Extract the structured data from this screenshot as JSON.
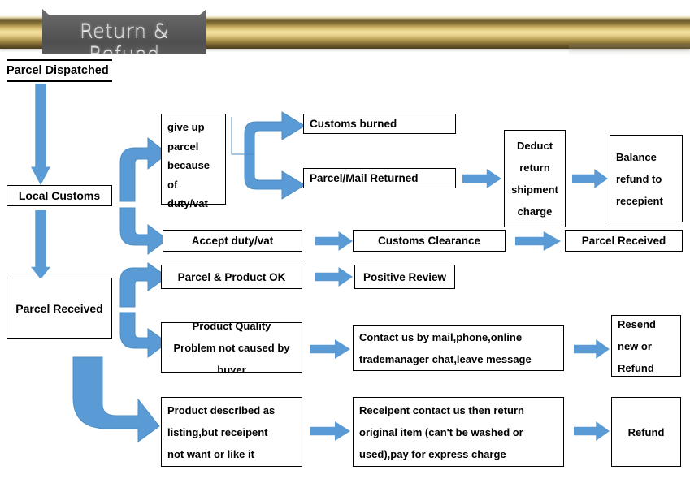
{
  "banner": {
    "title": "Return & Refund",
    "accent_gold": "#d6bd70",
    "ribbon_gray": "#5c5c5c"
  },
  "theme": {
    "arrow_blue": "#5b9bd5",
    "arrow_border": "#41719c",
    "box_border": "#000000",
    "box_fill": "#ffffff",
    "text_color": "#000000"
  },
  "flow": {
    "start_label": "Parcel Dispatched",
    "nodes": {
      "local_customs": "Local Customs",
      "parcel_received_left": "Parcel Received",
      "give_up_parcel": "give up parcel because of duty/vat",
      "customs_burned": "Customs burned",
      "parcel_mail_returned": "Parcel/Mail Returned",
      "deduct_return_charge": "Deduct return shipment charge",
      "balance_refund": "Balance refund to recepient",
      "accept_duty_vat": "Accept duty/vat",
      "customs_clearance": "Customs Clearance",
      "parcel_received_right": "Parcel Received",
      "parcel_product_ok": "Parcel & Product OK",
      "positive_review": "Positive Review",
      "product_quality_problem": "Product Quality Problem not caused by buyer",
      "contact_us": "Contact us by mail,phone,online trademanager chat,leave message",
      "resend_or_refund": "Resend new or Refund",
      "product_described_as_listing": "Product described as listing,but receipent not want or like it",
      "receipent_return_original": "Receipent contact us then return original item (can't be washed or used),pay for express charge",
      "refund": "Refund"
    },
    "multiline": {
      "give_up_parcel_lines": [
        "give up",
        "parcel",
        "because",
        "of",
        "duty/vat"
      ],
      "deduct_return_charge_lines": [
        "Deduct",
        "return",
        "shipment",
        "charge"
      ],
      "balance_refund_lines": [
        "Balance",
        "refund to",
        "recepient"
      ],
      "product_quality_problem_lines": [
        "Product Quality",
        "Problem not caused by",
        "buyer"
      ],
      "contact_us_lines": [
        "Contact us by mail,phone,online",
        "trademanager chat,leave message"
      ],
      "resend_or_refund_lines": [
        "Resend",
        "new or",
        "Refund"
      ],
      "product_described_lines": [
        "Product described as",
        "listing,but receipent",
        "not want or like it"
      ],
      "receipent_return_lines": [
        "Receipent contact us then return",
        "original item (can't be washed or",
        "used),pay for express charge"
      ]
    }
  }
}
